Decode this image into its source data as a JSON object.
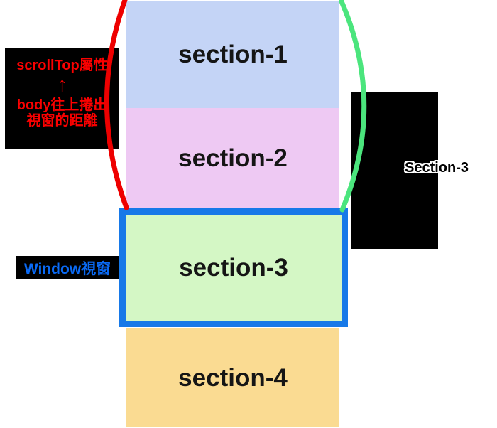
{
  "sections": [
    {
      "label": "section-1",
      "bg": "#c4d4f6"
    },
    {
      "label": "section-2",
      "bg": "#eec9f3"
    },
    {
      "label": "section-3",
      "bg": "#d4f7c5"
    },
    {
      "label": "section-4",
      "bg": "#fadb92"
    }
  ],
  "scrolltop_annotation": {
    "title": "scrollTop屬性",
    "arrow_icon": "↑",
    "desc_line1": "body往上捲出",
    "desc_line2": "視窗的距離",
    "text_color": "#fb0000",
    "bg": "#000000"
  },
  "window_annotation": {
    "label": "Window視窗",
    "text_color": "#0a6af5",
    "bg": "#000000"
  },
  "right_annotation": {
    "label": "Section-3",
    "bg": "#000000",
    "text_color": "#000000",
    "outline_color": "#ffffff"
  },
  "viewport": {
    "border_color": "#1779e8"
  },
  "curves": {
    "red": "#ee0000",
    "green": "#4be57d"
  }
}
